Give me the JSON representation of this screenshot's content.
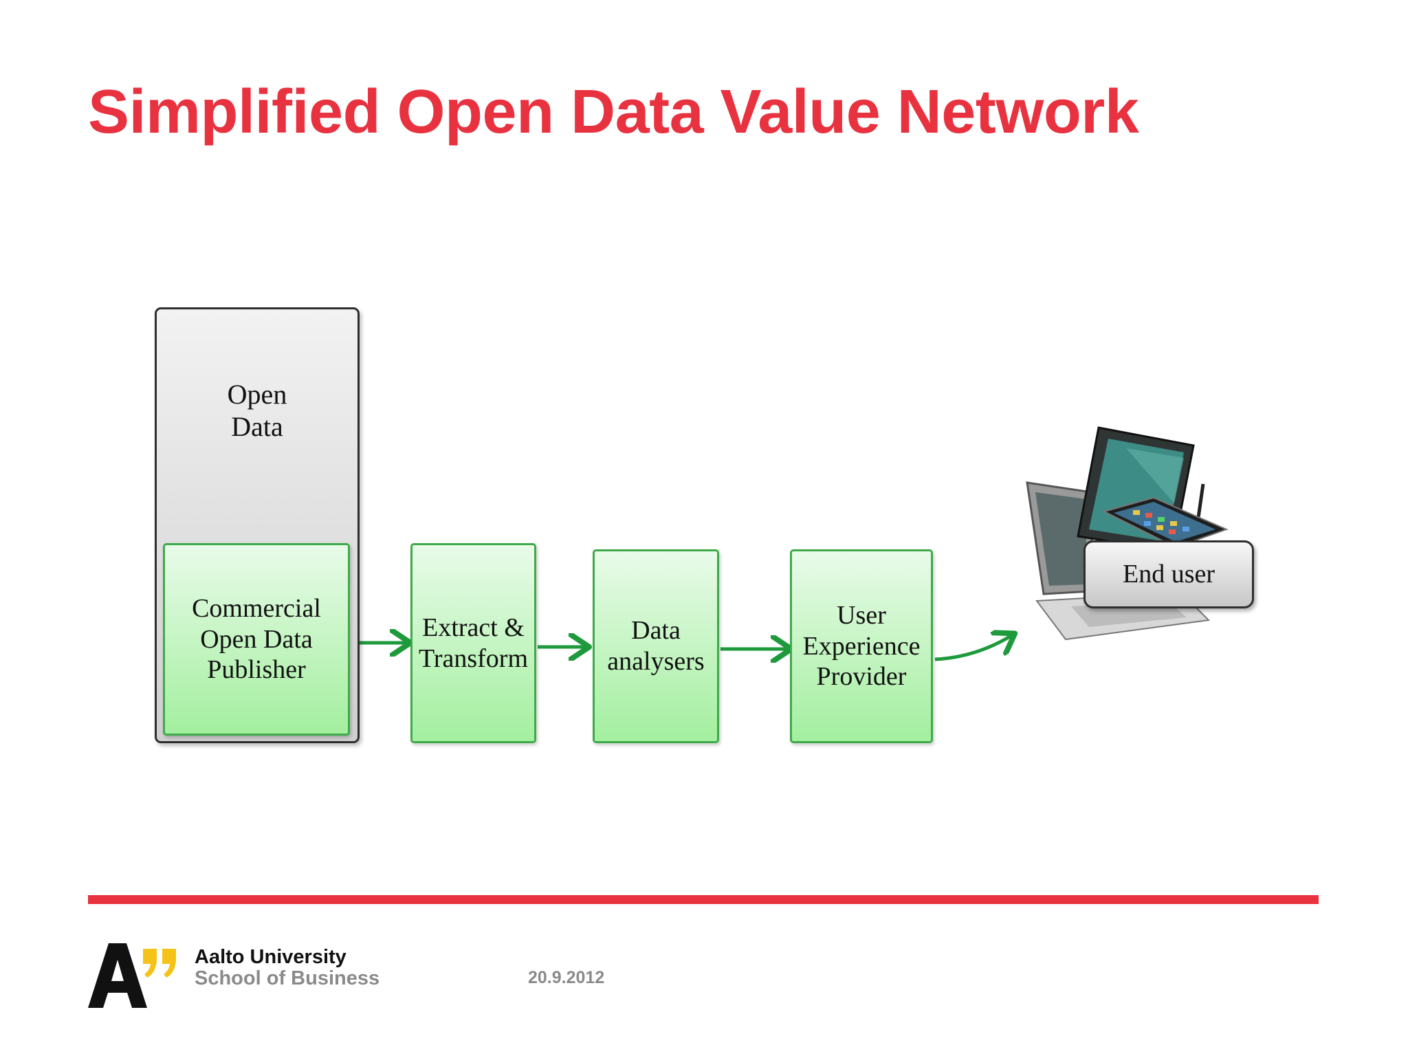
{
  "slide": {
    "title": "Simplified Open Data Value Network",
    "date": "20.9.2012"
  },
  "diagram": {
    "open_data": "Open\nData",
    "publisher": "Commercial\nOpen Data\nPublisher",
    "extract": "Extract &\nTransform",
    "analysers": "Data\nanalysers",
    "ux_provider": "User\nExperience\nProvider",
    "end_user": "End user"
  },
  "footer": {
    "org_name": "Aalto University",
    "org_school": "School of Business"
  },
  "colors": {
    "accent": "#e8323f",
    "box_fill": "#c9f5c6",
    "box_border": "#3faa4a",
    "arrow": "#1e9a3c",
    "grey_box": "#d9d9d9"
  },
  "icons": [
    "devices-illustration",
    "aalto-logo-icon"
  ]
}
